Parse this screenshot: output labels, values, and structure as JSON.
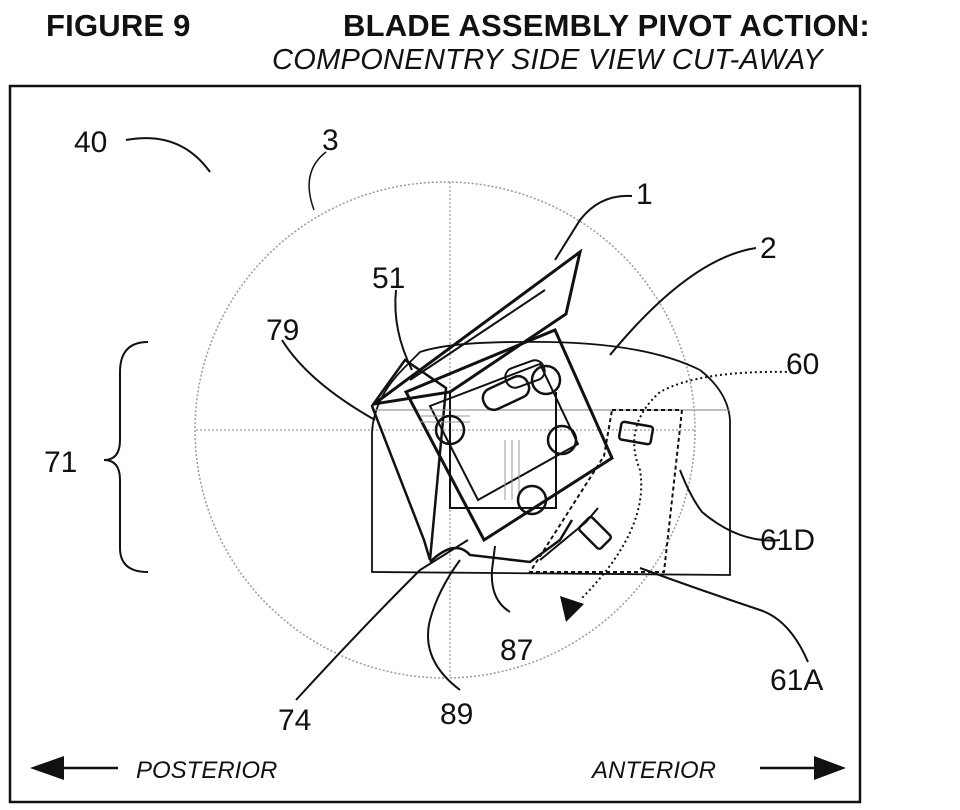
{
  "header": {
    "figure_label": "FIGURE 9",
    "title": "BLADE ASSEMBLY PIVOT ACTION:",
    "subtitle": "COMPONENTRY SIDE VIEW CUT-AWAY"
  },
  "reference_numerals": {
    "n40": "40",
    "n3": "3",
    "n1": "1",
    "n2": "2",
    "n51": "51",
    "n79": "79",
    "n60": "60",
    "n71": "71",
    "n61D": "61D",
    "n87": "87",
    "n61A": "61A",
    "n74": "74",
    "n89": "89"
  },
  "directions": {
    "left": "POSTERIOR",
    "right": "ANTERIOR"
  },
  "colors": {
    "ink": "#111111",
    "faint": "#9a9a9a",
    "paper": "#ffffff"
  }
}
